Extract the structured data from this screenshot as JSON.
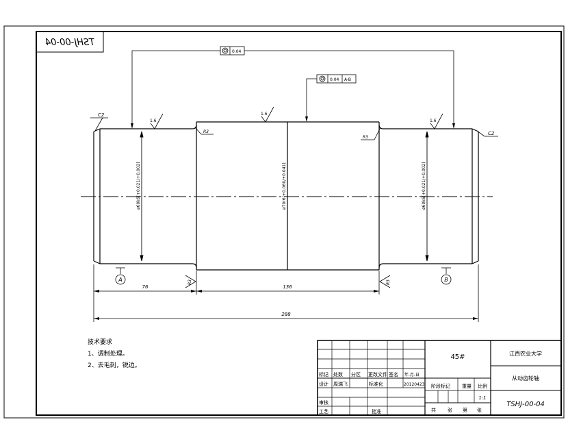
{
  "drawing": {
    "code_box_mirrored": "TSHJ-00-04",
    "gdt_top": {
      "tolerance": "0.04"
    },
    "gdt_mid": {
      "tolerance": "0.04",
      "datum": "A-B"
    },
    "chamfer_left": "C2",
    "chamfer_right": "C2",
    "roughness": [
      "1.6",
      "1.6",
      "1.6"
    ],
    "fillet_left": "R3",
    "fillet_right": "R3",
    "fillet_small_left": "R3",
    "fillet_small_right": "R3",
    "dia_left": "ø60k6(+0.021/+0.002)",
    "dia_mid": "ø70r6(+0.060/+0.041)",
    "dia_right": "ø60k6(+0.021/+0.002)",
    "datum_a": "A",
    "datum_b": "B",
    "dim_76": "76",
    "dim_136": "136",
    "dim_288": "288"
  },
  "notes": {
    "title": "技术要求",
    "items": [
      "1、调制处理。",
      "2、去毛刺，锐边。"
    ]
  },
  "title_block": {
    "material": "45#",
    "school": "江西农业大学",
    "part_name": "从动齿轮轴",
    "drawing_no": "TSHJ-00-04",
    "mark": "标记",
    "count": "处数",
    "zone": "分区",
    "change_doc": "更改文件",
    "sign": "签名",
    "date_label": "年.月.日",
    "design": "设计",
    "designer": "周瑞飞",
    "standardize": "标准化",
    "design_date": "20120423",
    "stage_mark": "阶段标记",
    "weight": "重量",
    "scale": "比例",
    "scale_value": "1:1",
    "review": "审核",
    "process": "工艺",
    "approve": "批准",
    "total": "共",
    "sheet_unit": "张",
    "nth": "第",
    "sheet_unit2": "张"
  }
}
